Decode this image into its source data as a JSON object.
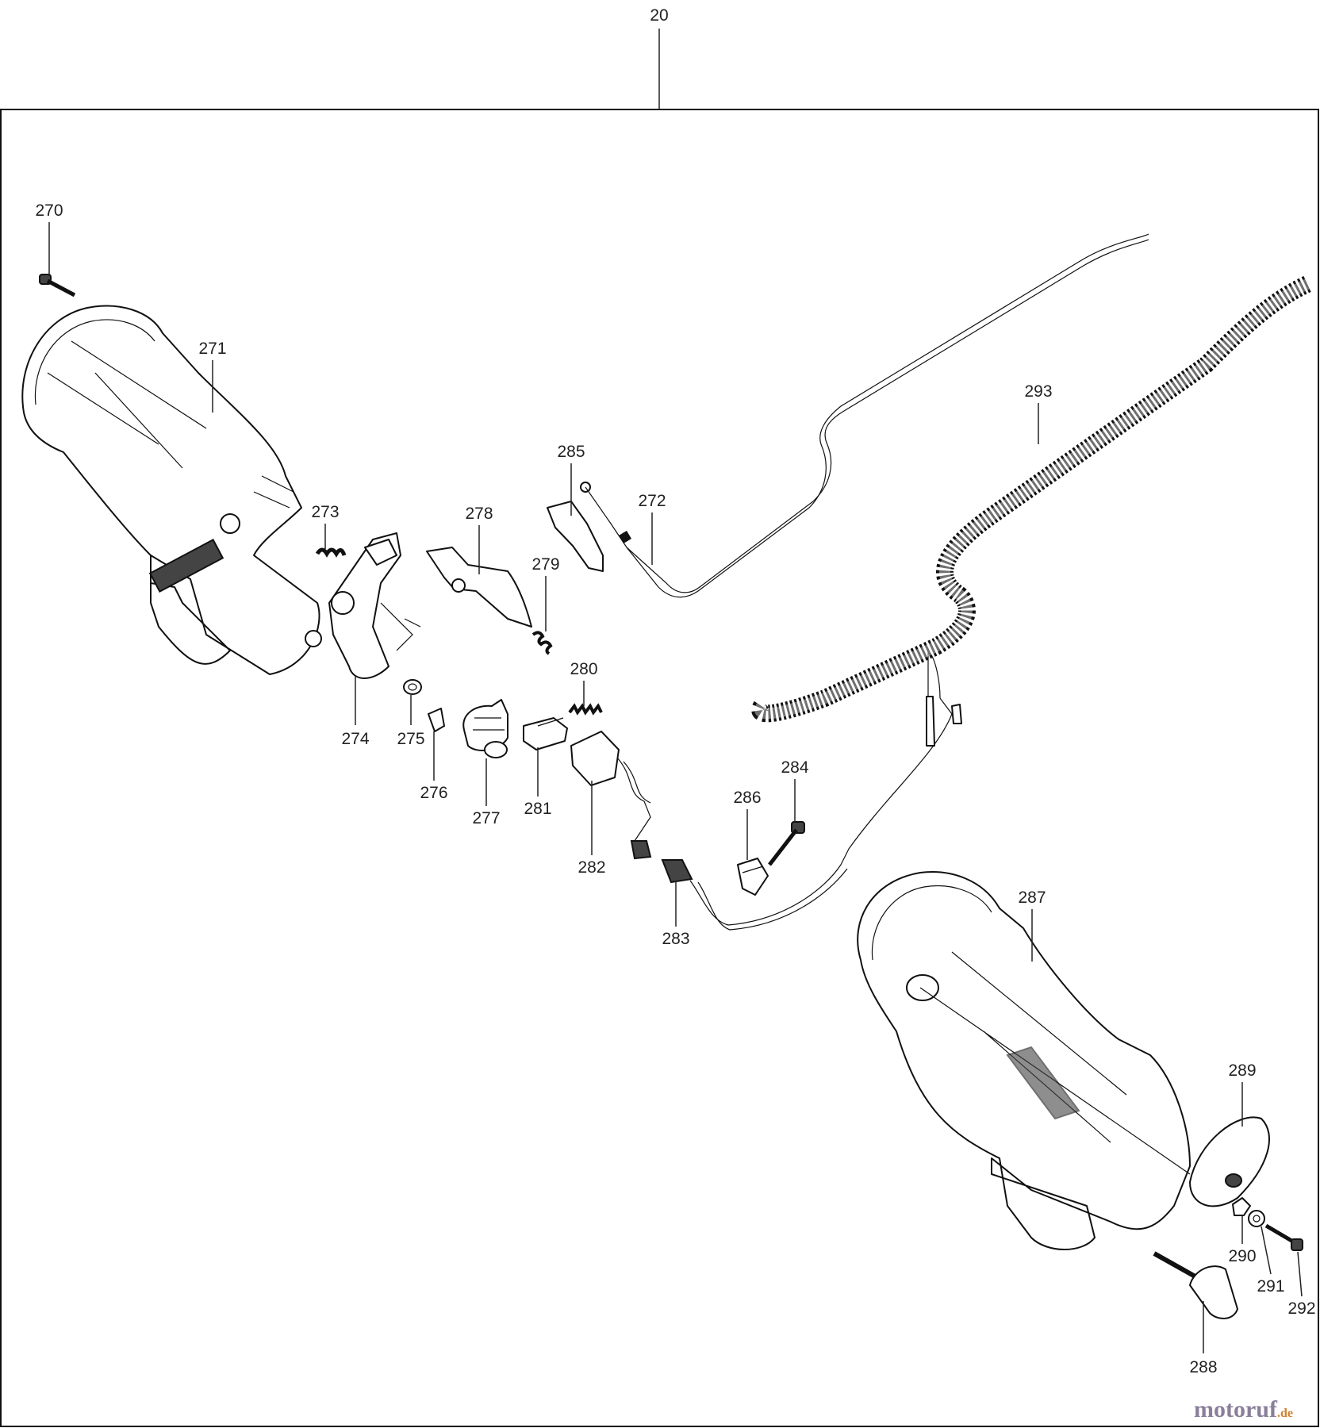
{
  "diagram": {
    "assembly_number": "20",
    "callouts": [
      "270",
      "271",
      "272",
      "273",
      "274",
      "275",
      "276",
      "277",
      "278",
      "279",
      "280",
      "281",
      "282",
      "283",
      "284",
      "285",
      "286",
      "287",
      "288",
      "289",
      "290",
      "291",
      "292",
      "293"
    ]
  },
  "watermark": {
    "brand": "motoruf",
    "suffix": ".de",
    "colors": {
      "brand": "#8a7f9a",
      "dot": "#3a8a3a",
      "suffix": "#d08030"
    }
  }
}
